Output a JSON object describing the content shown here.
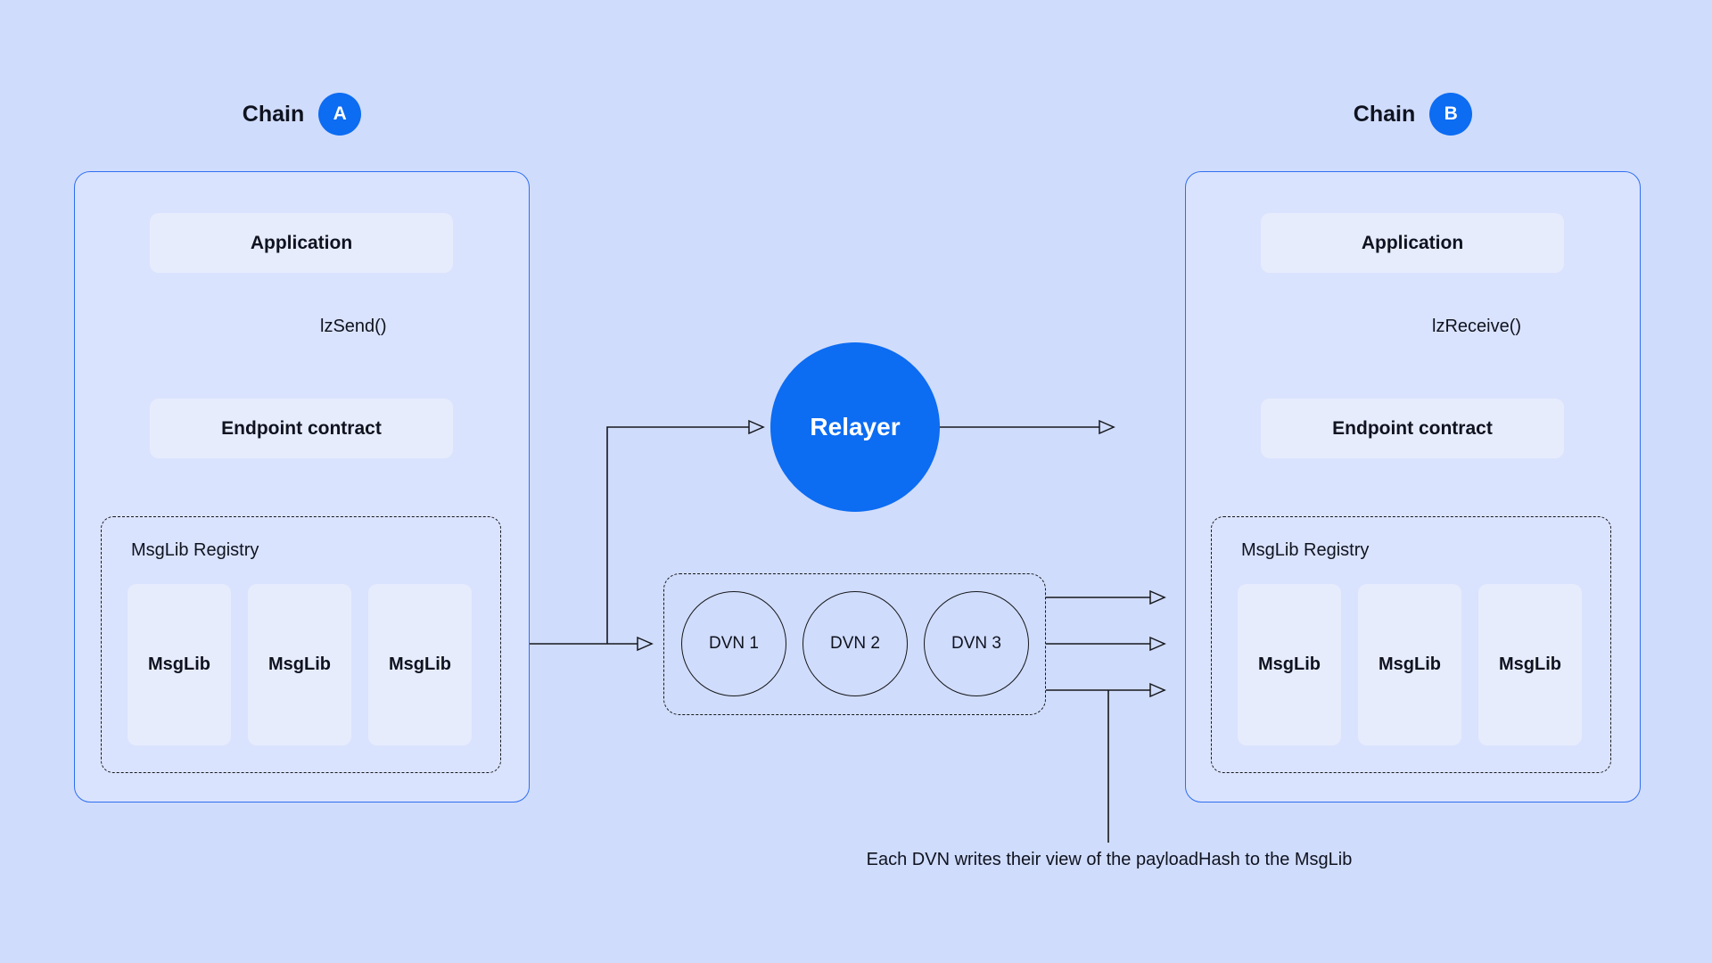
{
  "theme": {
    "accent": "#0c6cf2",
    "background": "#d0dcfb",
    "chain-box-fill": "#dae3fd",
    "chain-border": "#2f6ff2",
    "card-fill": "#e7ecfd",
    "line": "#15181d",
    "ink": "#0f1320"
  },
  "diagram": {
    "chain_a": {
      "label": "Chain",
      "badge": "A",
      "application": "Application",
      "send_label": "lzSend()",
      "endpoint": "Endpoint contract",
      "registry_label": "MsgLib Registry",
      "msglibs": [
        "MsgLib",
        "MsgLib",
        "MsgLib"
      ]
    },
    "chain_b": {
      "label": "Chain",
      "badge": "B",
      "application": "Application",
      "receive_label": "lzReceive()",
      "endpoint": "Endpoint contract",
      "registry_label": "MsgLib Registry",
      "msglibs": [
        "MsgLib",
        "MsgLib",
        "MsgLib"
      ]
    },
    "relayer_label": "Relayer",
    "dvns": [
      "DVN 1",
      "DVN 2",
      "DVN 3"
    ],
    "annotation": "Each DVN writes their view of the payloadHash to the MsgLib"
  }
}
